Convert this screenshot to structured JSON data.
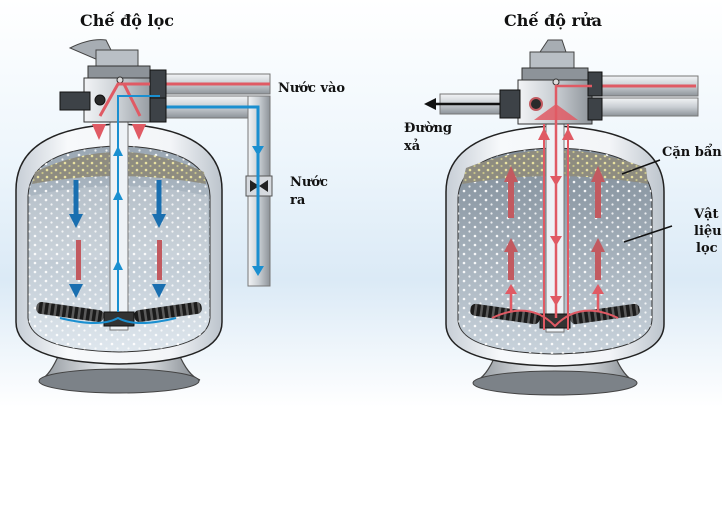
{
  "left_title": "Chế độ lọc",
  "right_title": "Chế độ rửa",
  "labels": {
    "inlet": "Nước vào",
    "outlet_line1": "Nước",
    "outlet_line2": "ra",
    "drain_line1": "Đường",
    "drain_line2": "xả",
    "dirt": "Cặn bẩn",
    "media_line1": "Vật",
    "media_line2": "liệu",
    "media_line3": "lọc"
  },
  "colors": {
    "inflow_red": "#e05a64",
    "outflow_blue": "#1a8fd0",
    "tank_shell": "#e9edf1",
    "tank_outline": "#222222",
    "media_top": "#8d8a7d",
    "media_body": "#b8c6d2",
    "drain_black": "#111111"
  }
}
